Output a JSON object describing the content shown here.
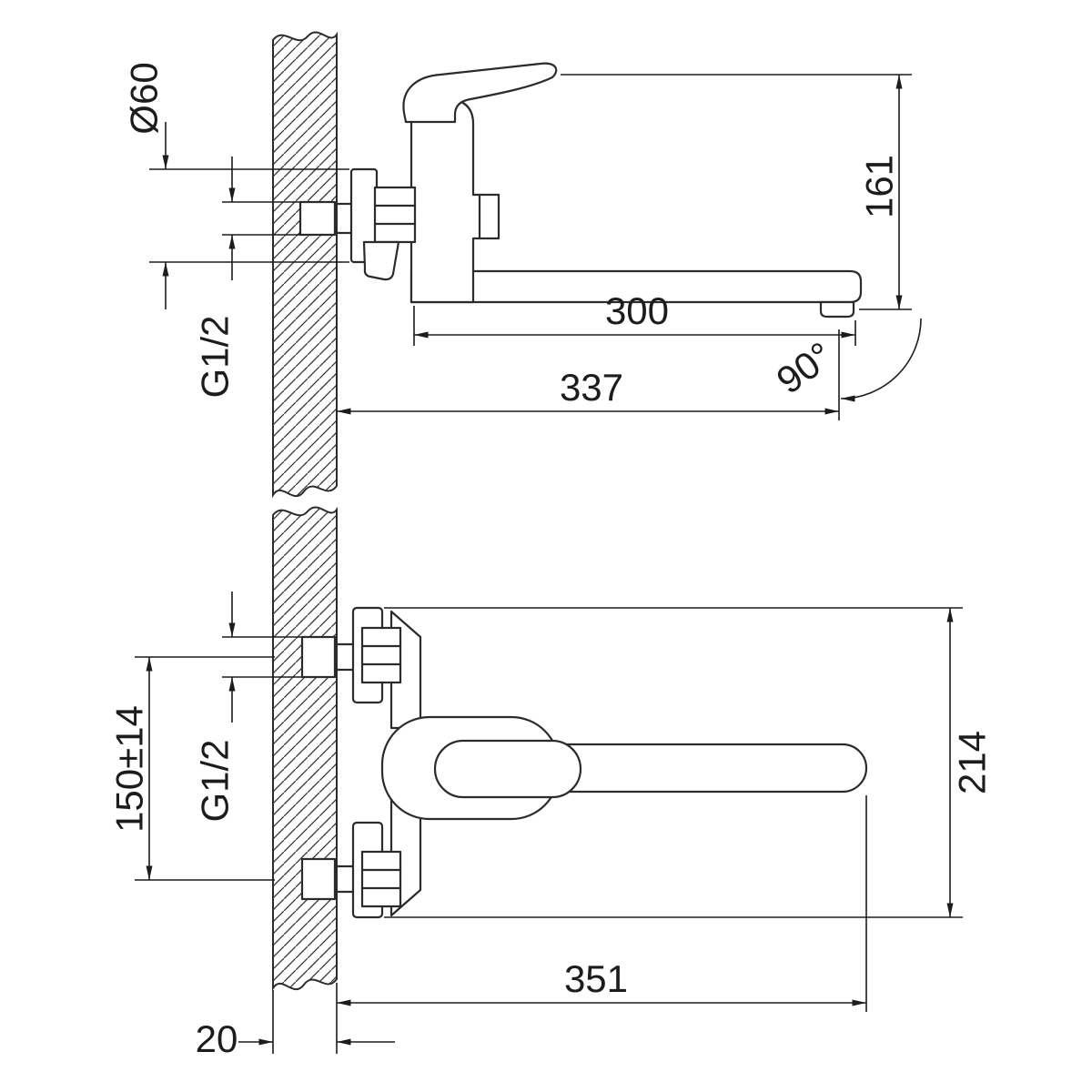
{
  "meta": {
    "drawing_type": "technical dimension drawing",
    "subject": "wall-mounted single-lever bath mixer faucet, side view (top) and front view (bottom)"
  },
  "colors": {
    "line": "#2b2b2b",
    "dimension": "#1c1c1c",
    "background": "#ffffff"
  },
  "views": {
    "side": {
      "dims": {
        "diameter": "Ø60",
        "thread": "G1/2",
        "height": "161",
        "spout_reach": "300",
        "swivel": "90°",
        "overall_reach": "337"
      }
    },
    "front": {
      "dims": {
        "inlet_centers": "150±14",
        "thread": "G1/2",
        "overall_height": "214",
        "overall_length": "351",
        "wall_clearance": "20"
      }
    }
  }
}
